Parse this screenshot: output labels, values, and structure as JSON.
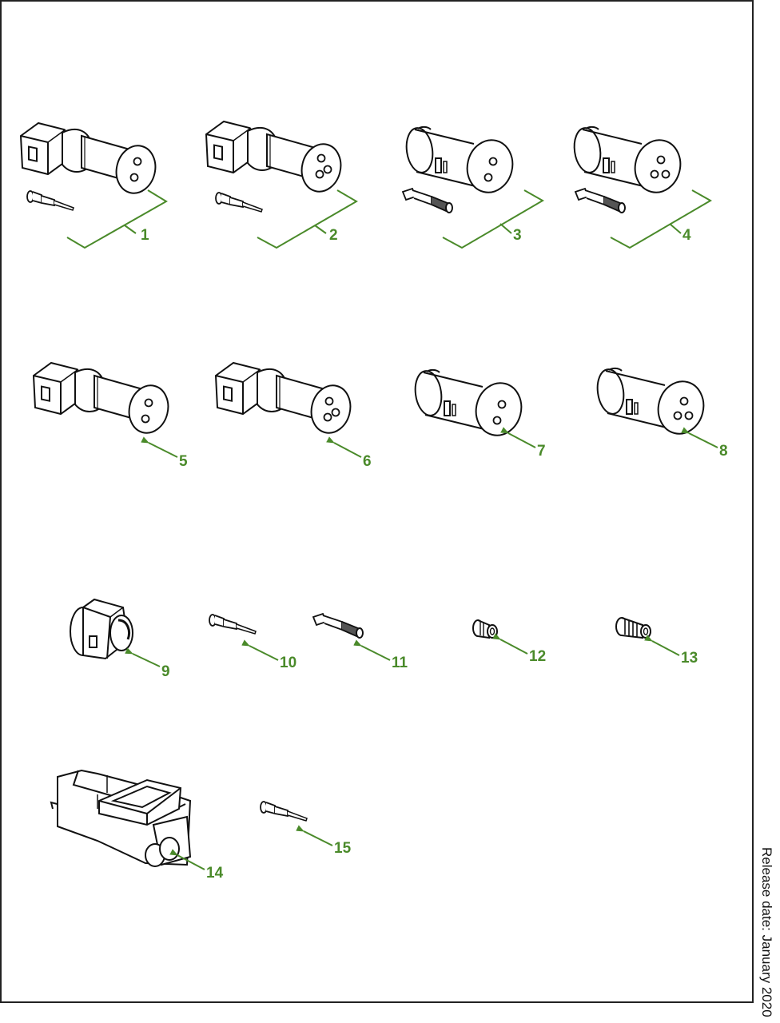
{
  "callouts": {
    "c1": "1",
    "c2": "2",
    "c3": "3",
    "c4": "4",
    "c5": "5",
    "c6": "6",
    "c7": "7",
    "c8": "8",
    "c9": "9",
    "c10": "10",
    "c11": "11",
    "c12": "12",
    "c13": "13",
    "c14": "14",
    "c15": "15"
  },
  "release_date": "Release date: January 2020",
  "colors": {
    "callout_green": "#4a8a2a",
    "frame": "#222222",
    "part_stroke": "#111111"
  }
}
